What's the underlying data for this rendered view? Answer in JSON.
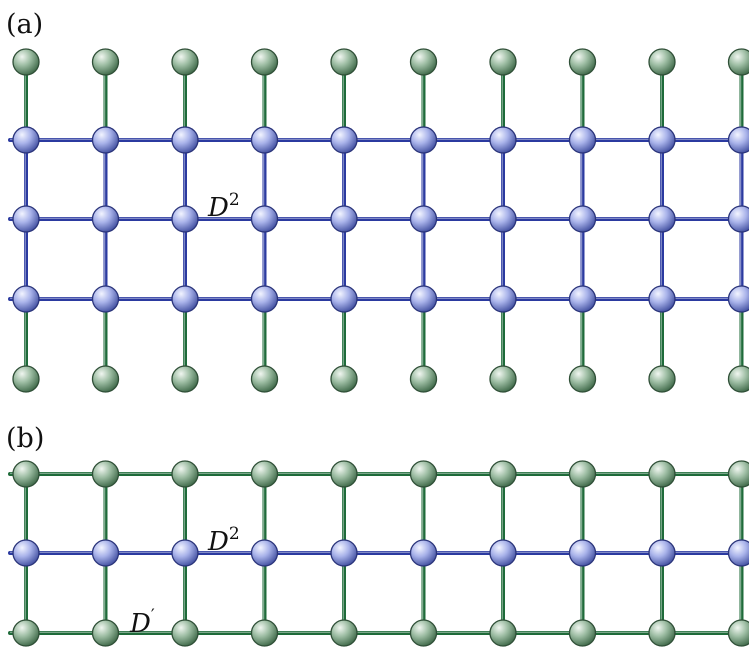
{
  "panels": [
    {
      "label": "(a)",
      "bond_label": {
        "main": "D",
        "sup": "2"
      }
    },
    {
      "label": "(b)",
      "bond_label": {
        "main": "D",
        "sup": "2"
      },
      "edge_label": {
        "main": "D",
        "sup": "′"
      }
    }
  ],
  "colors": {
    "blue_node": "#8e9be0",
    "blue_bond": "#2b3aa0",
    "green_node": "#7fa888",
    "green_bond": "#1f6b3a"
  }
}
